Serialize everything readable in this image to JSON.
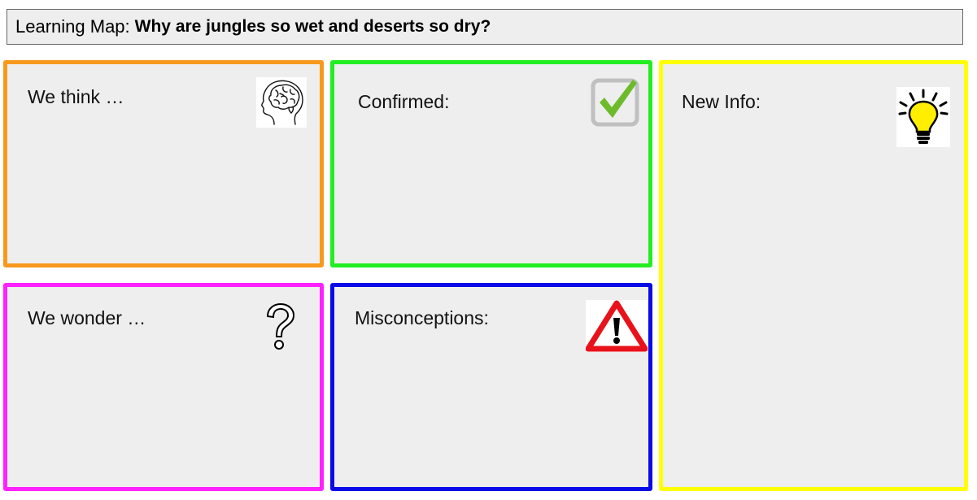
{
  "header": {
    "prefix": "Learning Map:",
    "question": "Why are jungles so wet and deserts so dry?"
  },
  "boxes": {
    "think": {
      "label": "We think …",
      "icon": "brain-icon",
      "color": "#f7991c"
    },
    "confirm": {
      "label": "Confirmed:",
      "icon": "checkbox-check-icon",
      "color": "#22ee22"
    },
    "newinfo": {
      "label": "New Info:",
      "icon": "lightbulb-icon",
      "color": "#ffff00"
    },
    "wonder": {
      "label": "We wonder …",
      "icon": "question-mark-icon",
      "color": "#ff22ff"
    },
    "miscon": {
      "label": "Misconceptions:",
      "icon": "warning-icon",
      "color": "#0a0ae6"
    }
  }
}
